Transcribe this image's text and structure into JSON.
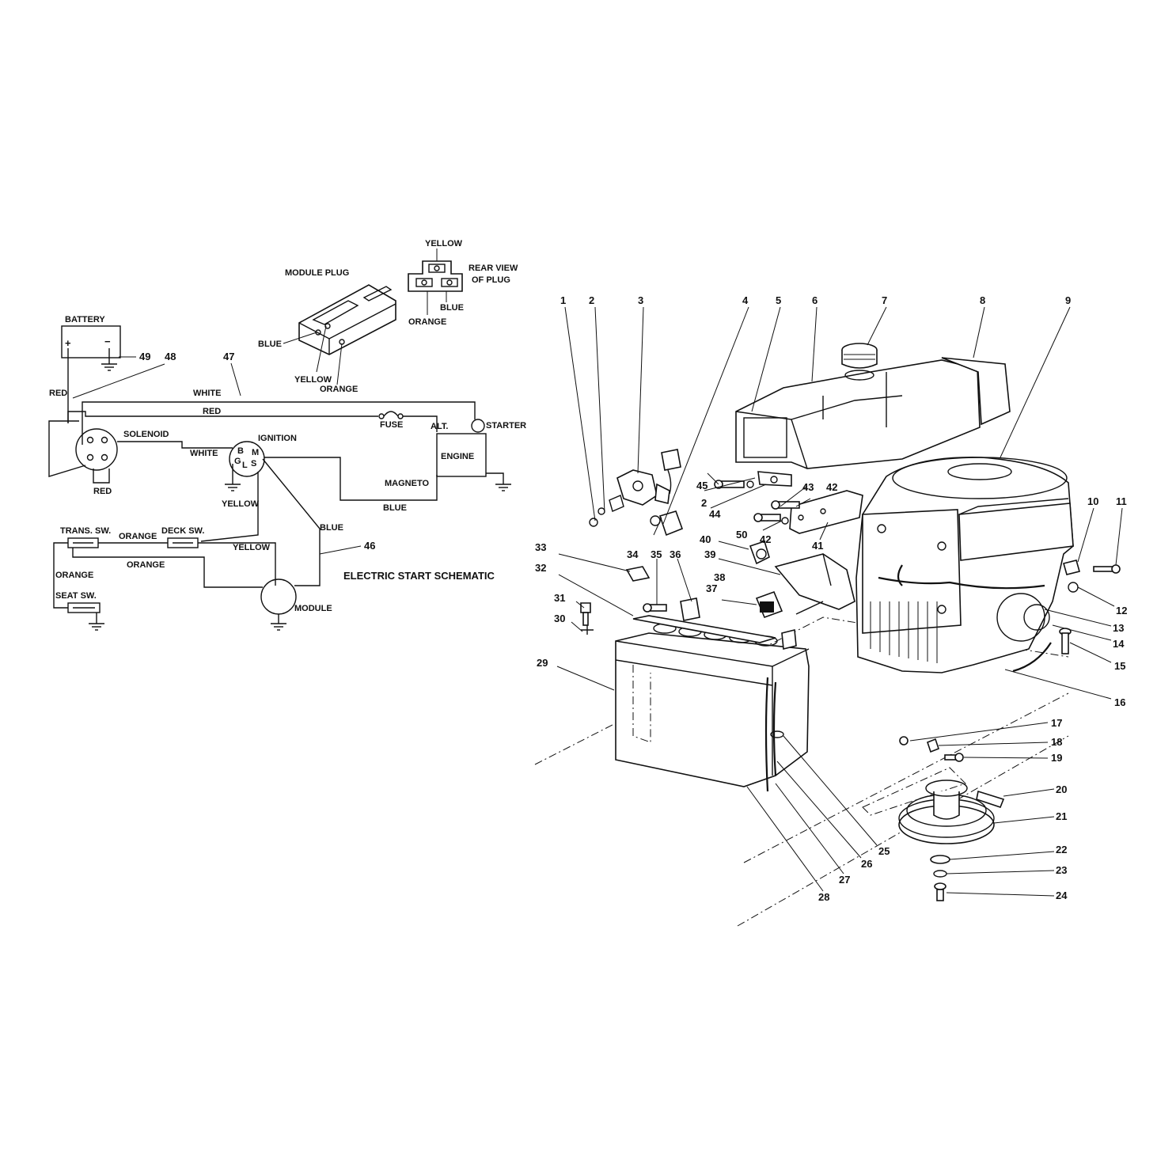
{
  "schematic": {
    "title": "ELECTRIC START SCHEMATIC",
    "module_plug": "MODULE PLUG",
    "rear_view": [
      "REAR VIEW",
      "OF PLUG"
    ],
    "components": {
      "battery": "BATTERY",
      "solenoid": "SOLENOID",
      "ignition": "IGNITION",
      "fuse": "FUSE",
      "alt": "ALT.",
      "starter": "STARTER",
      "engine": "ENGINE",
      "magneto": "MAGNETO",
      "trans_sw": "TRANS. SW.",
      "deck_sw": "DECK SW.",
      "seat_sw": "SEAT SW.",
      "module": "MODULE"
    },
    "ignition_terminals": [
      "B",
      "M",
      "G",
      "L",
      "S"
    ],
    "battery_terminals": [
      "+",
      "−"
    ],
    "wires": {
      "red_1": "RED",
      "white_1": "WHITE",
      "red_2": "RED",
      "white_2": "WHITE",
      "red_3": "RED",
      "blue_1": "BLUE",
      "yellow_1": "YELLOW",
      "orange_1": "ORANGE",
      "yellow_2": "YELLOW",
      "orange_2": "ORANGE",
      "orange_3": "ORANGE",
      "blue_2": "BLUE"
    },
    "plug_wires": {
      "blue": "BLUE",
      "yellow": "YELLOW",
      "orange": "ORANGE",
      "rear_yellow": "YELLOW",
      "rear_orange": "ORANGE",
      "rear_blue": "BLUE"
    },
    "callouts": [
      "49",
      "48",
      "47",
      "46"
    ]
  },
  "exploded_view": {
    "callouts": [
      "1",
      "2",
      "3",
      "4",
      "5",
      "6",
      "7",
      "8",
      "9",
      "10",
      "11",
      "12",
      "13",
      "14",
      "15",
      "16",
      "17",
      "18",
      "19",
      "20",
      "21",
      "22",
      "23",
      "24",
      "25",
      "26",
      "27",
      "28",
      "29",
      "30",
      "31",
      "32",
      "33",
      "34",
      "35",
      "36",
      "37",
      "38",
      "39",
      "40",
      "41",
      "42",
      "42",
      "43",
      "44",
      "45",
      "2",
      "50"
    ]
  }
}
